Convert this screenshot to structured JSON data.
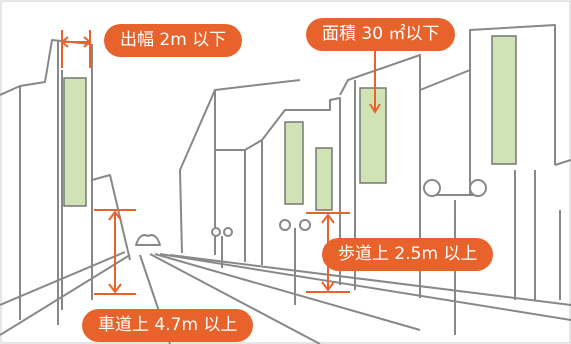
{
  "labels": {
    "projection": "出幅 2m 以下",
    "area": "面積 30 ㎡以下",
    "sidewalk": "歩道上 2.5m 以上",
    "roadway": "車道上 4.7m 以上"
  },
  "colors": {
    "label_bg": "#e8632b",
    "marker": "#e8632b",
    "sign_fill": "#cfe3b5",
    "line": "#8a8a8a"
  }
}
